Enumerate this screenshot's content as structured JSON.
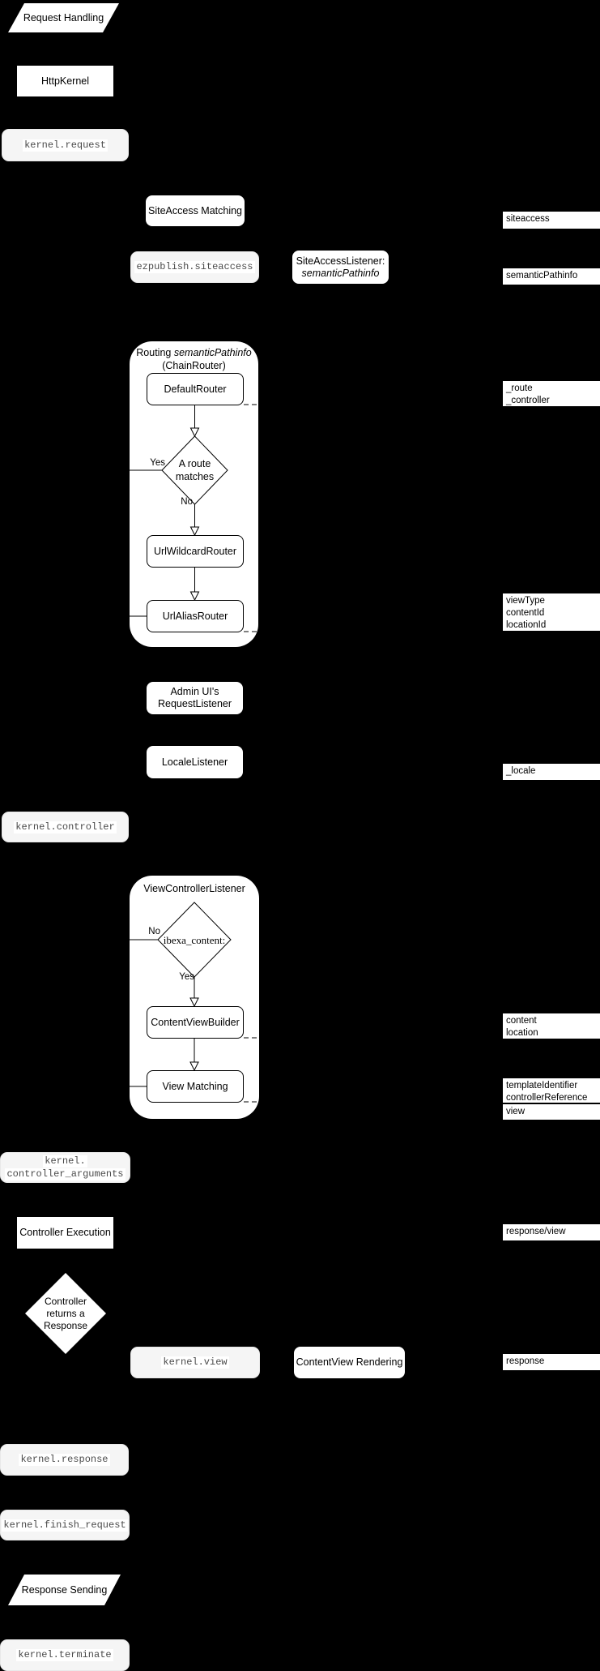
{
  "colors": {
    "background": "#000000",
    "process_box_fill": "#ffffff",
    "event_box_fill": "#f5f5f5",
    "event_text_color": "#4a4a4a",
    "line_color": "#000000",
    "text_color": "#000000"
  },
  "flow": {
    "request_handling": "Request Handling",
    "http_kernel": "HttpKernel",
    "kernel_request": "kernel.request",
    "siteaccess_matching": "SiteAccess Matching",
    "ezpublish_siteaccess": "ezpublish.siteaccess",
    "siteaccess_listener_line1": "SiteAccessListener:",
    "siteaccess_listener_line2": "semanticPathinfo",
    "routing_title_prefix": "Routing ",
    "routing_title_italic": "semanticPathinfo",
    "routing_title_line2": "(ChainRouter)",
    "default_router": "DefaultRouter",
    "route_matches_line1": "A route",
    "route_matches_line2": "matches",
    "route_matches_yes": "Yes",
    "route_matches_no": "No",
    "url_wildcard_router": "UrlWildcardRouter",
    "url_alias_router": "UrlAliasRouter",
    "admin_ui_listener_line1": "Admin UI's",
    "admin_ui_listener_line2": "RequestListener",
    "locale_listener": "LocaleListener",
    "kernel_controller": "kernel.controller",
    "view_controller_listener": "ViewControllerListener",
    "ibexa_content_condition": "ibexa_content:",
    "ibexa_no": "No",
    "ibexa_yes": "Yes",
    "content_view_builder": "ContentViewBuilder",
    "view_matching": "View Matching",
    "kernel_controller_arguments_line1": "kernel.",
    "kernel_controller_arguments_line2": "controller_arguments",
    "controller_execution": "Controller Execution",
    "controller_returns_line1": "Controller",
    "controller_returns_line2": "returns a",
    "controller_returns_line3": "Response",
    "kernel_view": "kernel.view",
    "contentview_rendering": "ContentView Rendering",
    "kernel_response": "kernel.response",
    "kernel_finish_request": "kernel.finish_request",
    "response_sending": "Response Sending",
    "kernel_terminate": "kernel.terminate"
  },
  "right_labels": {
    "siteaccess": "siteaccess",
    "semantic_pathinfo": "semanticPathinfo",
    "route": "_route",
    "controller": "_controller",
    "view_type": "viewType",
    "content_id": "contentId",
    "location_id": "locationId",
    "locale": "_locale",
    "content": "content",
    "location": "location",
    "template_identifier": "templateIdentifier",
    "controller_reference": "controllerReference",
    "view": "view",
    "response_view": "response/view",
    "response": "response"
  }
}
